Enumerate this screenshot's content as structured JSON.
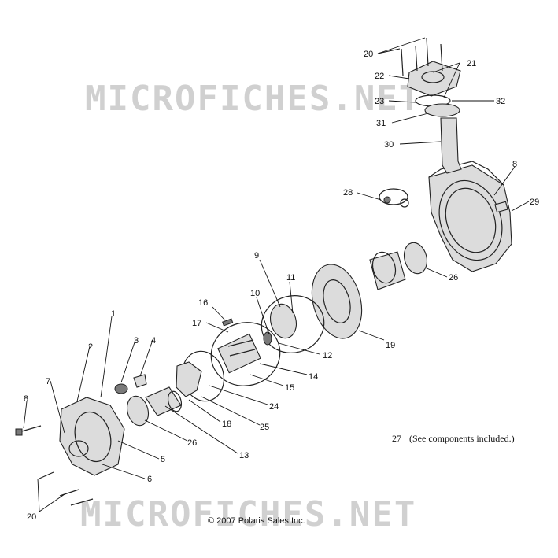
{
  "watermark": {
    "text": "MICROFICHES.NET"
  },
  "note": {
    "number": "27",
    "text": "(See components included.)"
  },
  "copyright": "© 2007 Polaris Sales Inc.",
  "callouts": {
    "c1": "1",
    "c2": "2",
    "c3": "3",
    "c4": "4",
    "c5": "5",
    "c6": "6",
    "c7": "7",
    "c8a": "8",
    "c8b": "8",
    "c9": "9",
    "c10": "10",
    "c11": "11",
    "c12": "12",
    "c13": "13",
    "c14": "14",
    "c15": "15",
    "c16": "16",
    "c17": "17",
    "c18": "18",
    "c19": "19",
    "c20a": "20",
    "c20b": "20",
    "c21": "21",
    "c22": "22",
    "c23": "23",
    "c24": "24",
    "c25": "25",
    "c26a": "26",
    "c26b": "26",
    "c28": "28",
    "c29": "29",
    "c30": "30",
    "c31": "31",
    "c32": "32"
  }
}
